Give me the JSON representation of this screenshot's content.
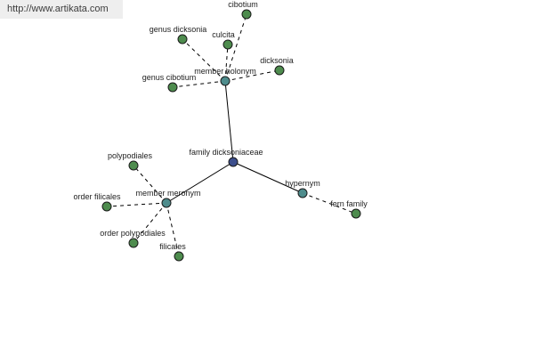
{
  "watermark": "http://www.artikata.com",
  "colors": {
    "root": "#3c4e8c",
    "relation": "#4e8c8c",
    "leaf": "#4e8c4e"
  },
  "nodes": [
    {
      "id": "family-dicksoniaceae",
      "label": "family dicksoniaceae",
      "kind": "root"
    },
    {
      "id": "member-holonym",
      "label": "member holonym",
      "kind": "relation"
    },
    {
      "id": "member-meronym",
      "label": "member meronym",
      "kind": "relation"
    },
    {
      "id": "hypernym",
      "label": "hypernym",
      "kind": "relation"
    },
    {
      "id": "cibotium",
      "label": "cibotium",
      "kind": "leaf"
    },
    {
      "id": "genus-dicksonia",
      "label": "genus dicksonia",
      "kind": "leaf"
    },
    {
      "id": "culcita",
      "label": "culcita",
      "kind": "leaf"
    },
    {
      "id": "dicksonia",
      "label": "dicksonia",
      "kind": "leaf"
    },
    {
      "id": "genus-cibotium",
      "label": "genus cibotium",
      "kind": "leaf"
    },
    {
      "id": "polypodiales",
      "label": "polypodiales",
      "kind": "leaf"
    },
    {
      "id": "order-filicales",
      "label": "order filicales",
      "kind": "leaf"
    },
    {
      "id": "order-polypodiales",
      "label": "order polypodiales",
      "kind": "leaf"
    },
    {
      "id": "filicales",
      "label": "filicales",
      "kind": "leaf"
    },
    {
      "id": "fern-family",
      "label": "fern family",
      "kind": "leaf"
    }
  ],
  "edges": [
    {
      "from": "family-dicksoniaceae",
      "to": "member-holonym",
      "style": "solid"
    },
    {
      "from": "family-dicksoniaceae",
      "to": "member-meronym",
      "style": "solid"
    },
    {
      "from": "family-dicksoniaceae",
      "to": "hypernym",
      "style": "solid"
    },
    {
      "from": "member-holonym",
      "to": "cibotium",
      "style": "dashed"
    },
    {
      "from": "member-holonym",
      "to": "genus-dicksonia",
      "style": "dashed"
    },
    {
      "from": "member-holonym",
      "to": "culcita",
      "style": "dashed"
    },
    {
      "from": "member-holonym",
      "to": "dicksonia",
      "style": "dashed"
    },
    {
      "from": "member-holonym",
      "to": "genus-cibotium",
      "style": "dashed"
    },
    {
      "from": "member-meronym",
      "to": "polypodiales",
      "style": "dashed"
    },
    {
      "from": "member-meronym",
      "to": "order-filicales",
      "style": "dashed"
    },
    {
      "from": "member-meronym",
      "to": "order-polypodiales",
      "style": "dashed"
    },
    {
      "from": "member-meronym",
      "to": "filicales",
      "style": "dashed"
    },
    {
      "from": "hypernym",
      "to": "fern-family",
      "style": "dashed"
    }
  ]
}
